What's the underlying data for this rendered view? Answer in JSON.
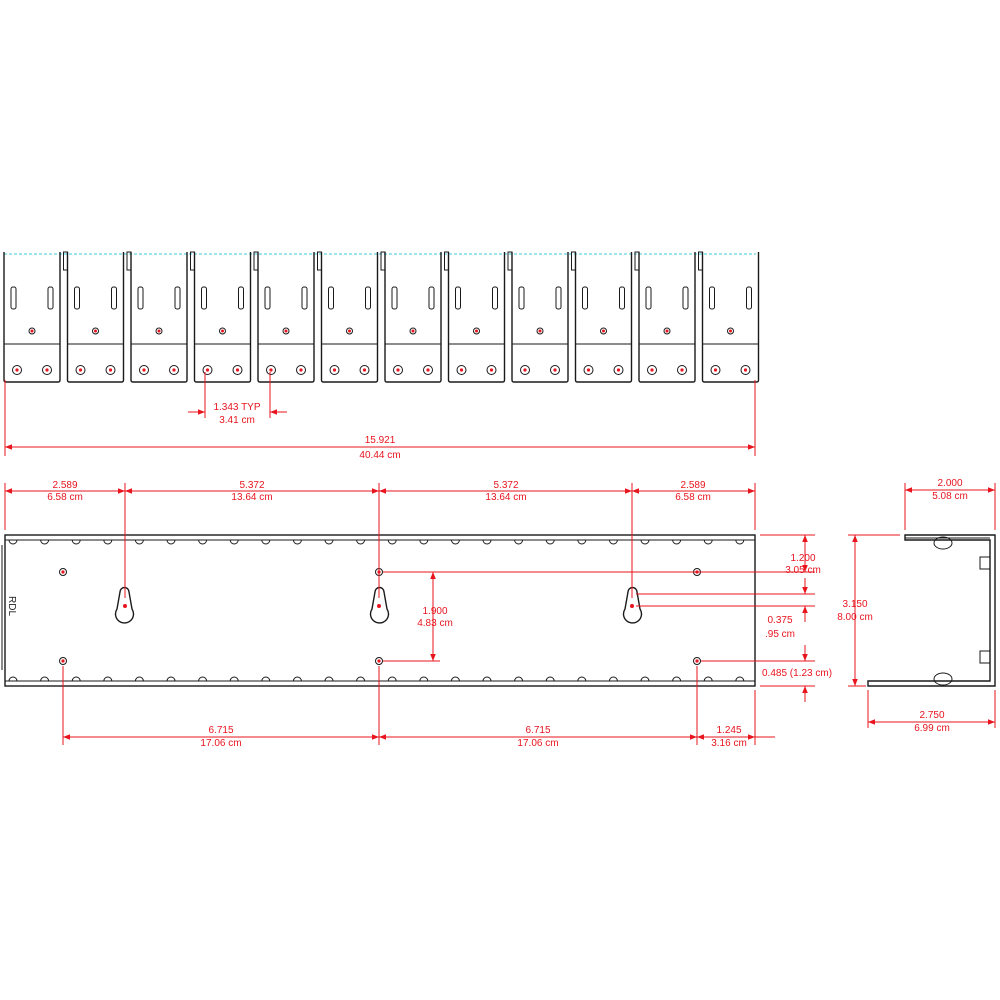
{
  "brand_mark": "RDL",
  "dimensions": {
    "module_pitch": {
      "in": "1.343 TYP",
      "cm": "3.41 cm"
    },
    "overall_width": {
      "in": "15.921",
      "cm": "40.44 cm"
    },
    "slot_spacing": [
      {
        "in": "2.589",
        "cm": "6.58 cm"
      },
      {
        "in": "5.372",
        "cm": "13.64 cm"
      },
      {
        "in": "5.372",
        "cm": "13.64 cm"
      },
      {
        "in": "2.589",
        "cm": "6.58 cm"
      }
    ],
    "slot_height": {
      "in": "1.900",
      "cm": "4.83 cm"
    },
    "hole_spacing": [
      {
        "in": "6.715",
        "cm": "17.06 cm"
      },
      {
        "in": "6.715",
        "cm": "17.06 cm"
      },
      {
        "in": "1.245",
        "cm": "3.16 cm"
      }
    ],
    "top_hole_offset": {
      "in": "1.200",
      "cm": "3.05 cm"
    },
    "keyhole_offset": {
      "in": "0.375",
      "cm": ".95 cm"
    },
    "bottom_hole_offset": {
      "text": "0.485 (1.23 cm)"
    },
    "side_top_depth": {
      "in": "2.000",
      "cm": "5.08 cm"
    },
    "side_height": {
      "in": "3.150",
      "cm": "8.00 cm"
    },
    "side_bottom_depth": {
      "in": "2.750",
      "cm": "6.99 cm"
    }
  }
}
